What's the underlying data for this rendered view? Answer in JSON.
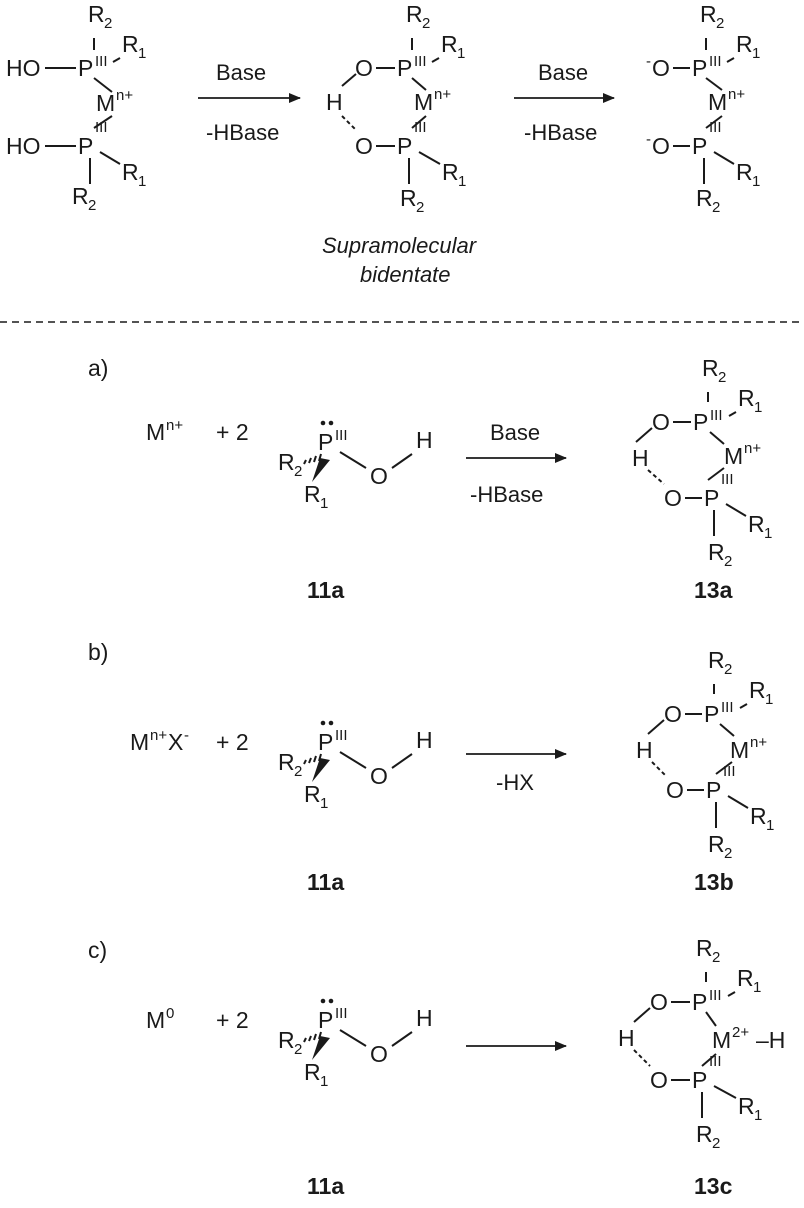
{
  "top": {
    "arrow1": {
      "above": "Base",
      "below": "-HBase"
    },
    "arrow2": {
      "above": "Base",
      "below": "-HBase"
    },
    "caption": [
      "Supramolecular",
      "bidentate"
    ]
  },
  "atoms": {
    "P": "P",
    "O": "O",
    "H": "H",
    "HO": "HO",
    "M": "M",
    "R": "R",
    "pIII": "III",
    "mn": "n+",
    "m2": "2+",
    "r1": "1",
    "r2": "2",
    "neg": "-",
    "x": "X",
    "m0": "0",
    "plus2": "+ 2",
    "mh": "–H"
  },
  "parts": {
    "a": {
      "label": "a)",
      "metal": "M",
      "metal_sup": "n+",
      "above": "Base",
      "below": "-HBase",
      "reagent": "11a",
      "product": "13a"
    },
    "b": {
      "label": "b)",
      "metal": "M",
      "metal_sup": "n+",
      "anion": "X",
      "anion_sup": "-",
      "above": "",
      "below": "-HX",
      "reagent": "11a",
      "product": "13b"
    },
    "c": {
      "label": "c)",
      "metal": "M",
      "metal_sup": "0",
      "above": "",
      "below": "",
      "reagent": "11a",
      "product": "13c"
    }
  }
}
